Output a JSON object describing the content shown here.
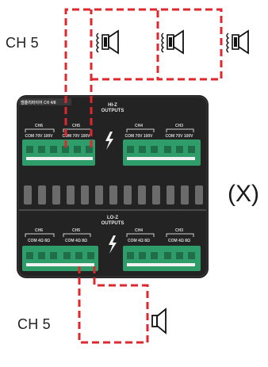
{
  "top_label": "CH 5",
  "bottom_label": "CH 5",
  "status_mark": "(X)",
  "panel": {
    "model_text": "앰플리파이어 CH 4/8",
    "hiz_title": "HI-Z",
    "hiz_subtitle": "OUTPUTS",
    "loz_title": "LO-Z",
    "loz_subtitle": "OUTPUTS",
    "hiz_channels": [
      "CH6",
      "CH5",
      "CH4",
      "CH3"
    ],
    "loz_channels": [
      "CH6",
      "CH5",
      "CH4",
      "CH3"
    ],
    "hiz_terms": "COM 70V 100V",
    "loz_terms": "COM 4Ω 8Ω"
  },
  "colors": {
    "dash": "#e0272e",
    "panel_bg": "#232323",
    "connector": "#2f9d6a"
  },
  "icons": [
    "transformer-speaker-icon",
    "speaker-icon"
  ]
}
